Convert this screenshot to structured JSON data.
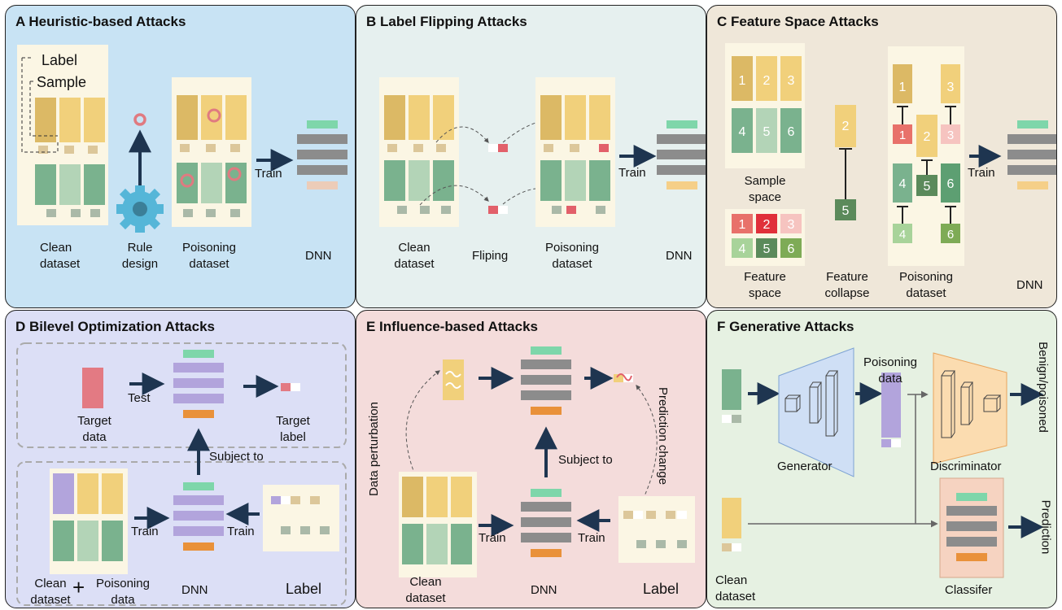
{
  "colors": {
    "panel_a_bg": "#c8e3f4",
    "panel_b_bg": "#e6f0ef",
    "panel_c_bg": "#efe7d9",
    "panel_d_bg": "#dcdff6",
    "panel_e_bg": "#f4dcdb",
    "panel_f_bg": "#e6f1e2",
    "yellow_dark": "#dcb965",
    "yellow": "#f1d07b",
    "green": "#7ab28e",
    "green_light": "#b3d4b7",
    "red": "#e37a83",
    "purple": "#b2a4dc",
    "gray": "#8c8c8c",
    "mint": "#7ed6aa",
    "orange": "#e9913a",
    "arrow": "#1e3550"
  },
  "panels": {
    "a": {
      "title": "A Heuristic-based Attacks",
      "label_tag": "Label",
      "sample_tag": "Sample",
      "clean_dataset": [
        "Clean",
        "dataset"
      ],
      "rule_design": [
        "Rule",
        "design"
      ],
      "poisoning_dataset": [
        "Poisoning",
        "dataset"
      ],
      "train": "Train",
      "dnn": "DNN"
    },
    "b": {
      "title": "B Label Flipping Attacks",
      "clean_dataset": [
        "Clean",
        "dataset"
      ],
      "fliping": "Fliping",
      "poisoning_dataset": [
        "Poisoning",
        "dataset"
      ],
      "train": "Train",
      "dnn": "DNN"
    },
    "c": {
      "title": "C Feature Space Attacks",
      "sample_nums": [
        "1",
        "2",
        "3",
        "4",
        "5",
        "6"
      ],
      "sample_space": [
        "Sample",
        "space"
      ],
      "feature_space": [
        "Feature",
        "space"
      ],
      "feature_collapse": [
        "Feature",
        "collapse"
      ],
      "collapse_nums": [
        "2",
        "5"
      ],
      "poisoning_dataset": [
        "Poisoning",
        "dataset"
      ],
      "train": "Train",
      "dnn": "DNN"
    },
    "d": {
      "title": "D Bilevel Optimization Attacks",
      "target_data": [
        "Target",
        "data"
      ],
      "test": "Test",
      "target_label": [
        "Target",
        "label"
      ],
      "subject_to": "Subject to",
      "train_left": "Train",
      "train_right": "Train",
      "clean_dataset": [
        "Clean",
        "dataset"
      ],
      "plus": "+",
      "poisoning_data": [
        "Poisoning",
        "data"
      ],
      "dnn": "DNN",
      "label": "Label"
    },
    "e": {
      "title": "E Influence-based Attacks",
      "data_perturbation": "Data perturbation",
      "prediction_change": "Prediction change",
      "subject_to": "Subject to",
      "train_left": "Train",
      "train_right": "Train",
      "clean_dataset": [
        "Clean",
        "dataset"
      ],
      "dnn": "DNN",
      "label": "Label"
    },
    "f": {
      "title": "F Generative Attacks",
      "poisoning_data": [
        "Poisoning",
        "data"
      ],
      "generator": "Generator",
      "discriminator": "Discriminator",
      "benign_poisoned": "Benign/poisoned",
      "prediction": "Prediction",
      "clean_dataset": [
        "Clean",
        "dataset"
      ],
      "classifier": "Classifer"
    }
  }
}
